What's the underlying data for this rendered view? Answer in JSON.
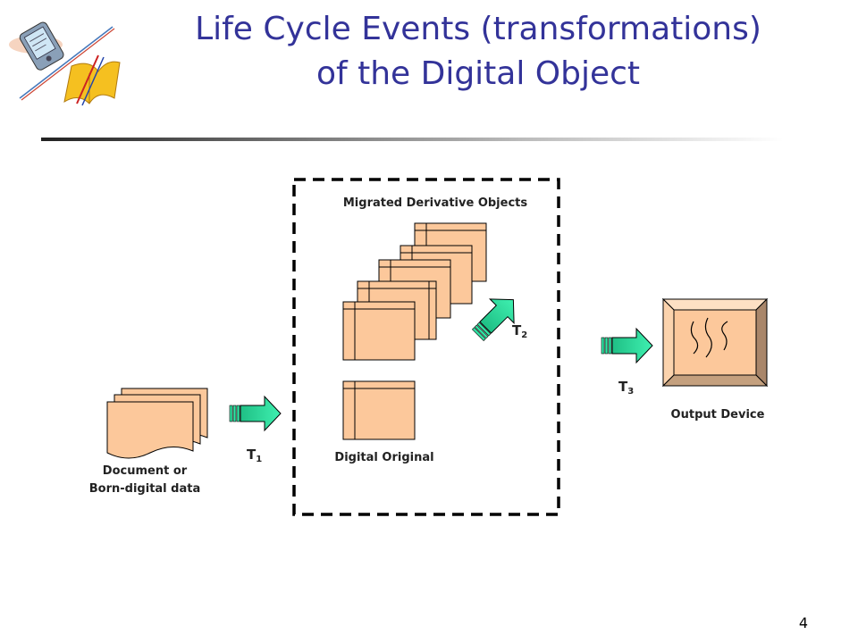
{
  "slide": {
    "title_line1": "Life Cycle Events (transformations)",
    "title_line2": "of the Digital Object",
    "page_number": "4"
  },
  "diagram": {
    "labels": {
      "migrated": "Migrated Derivative Objects",
      "digital_original": "Digital Original",
      "document_line1": "Document or",
      "document_line2": "Born-digital data",
      "output_device": "Output Device"
    },
    "transformations": [
      {
        "letter": "T",
        "sub": "1"
      },
      {
        "letter": "T",
        "sub": "2"
      },
      {
        "letter": "T",
        "sub": "3"
      }
    ],
    "colors": {
      "object_fill": "#fcc89b",
      "arrow_fill": "#33e6a6",
      "title": "#333399"
    }
  }
}
